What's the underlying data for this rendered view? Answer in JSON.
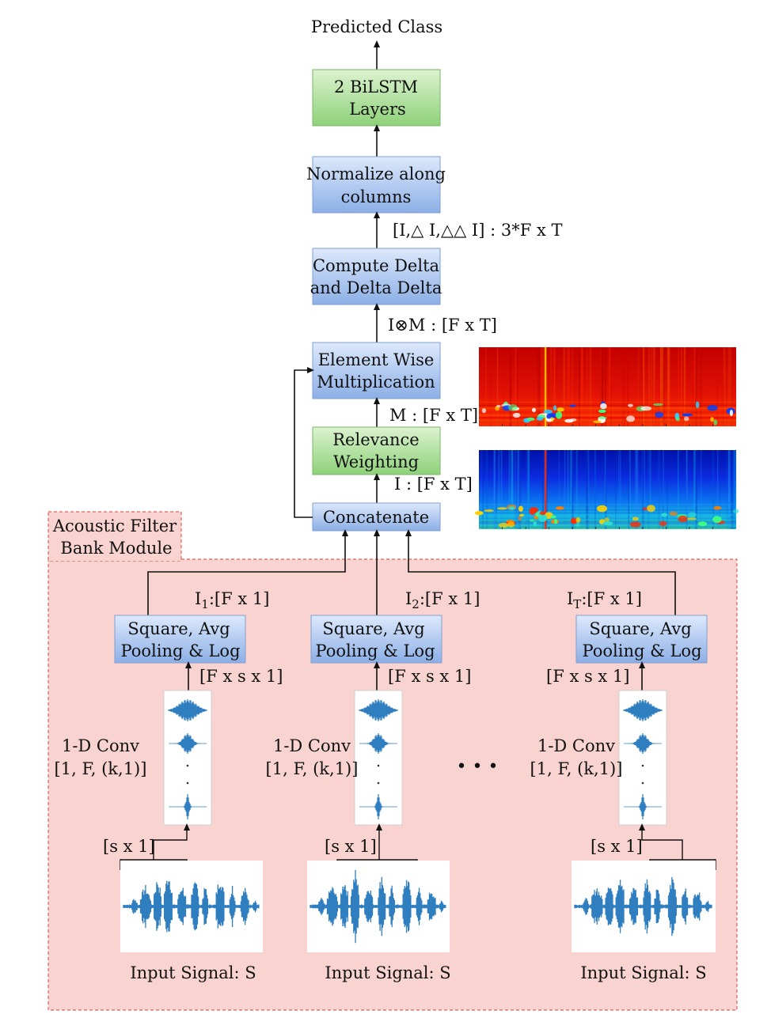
{
  "output_label": "Predicted Class",
  "boxes": {
    "bilstm": [
      "2 BiLSTM",
      "Layers"
    ],
    "normalize": [
      "Normalize along",
      "columns"
    ],
    "delta": [
      "Compute Delta",
      "and Delta Delta"
    ],
    "elementwise": [
      "Element Wise",
      "Multiplication"
    ],
    "relevance": [
      "Relevance",
      "Weighting"
    ],
    "concatenate": "Concatenate",
    "pool": [
      "Square, Avg",
      "Pooling & Log"
    ]
  },
  "edge_labels": {
    "deltas": "[I,△ I,△△ I]  : 3*F x T",
    "mult": "I⊗M : [F x T]",
    "mask": "M : [F x T]",
    "concat": "I : [F x T]",
    "frame_1": {
      "main": "I",
      "sub": "1",
      "rest": ":[F x 1]"
    },
    "frame_2": {
      "main": "I",
      "sub": "2",
      "rest": ":[F x 1]"
    },
    "frame_T": {
      "main": "I",
      "sub": "T",
      "rest": ":[F x 1]"
    },
    "conv_out": "[F x s x 1]",
    "frame_size": "[s x 1]"
  },
  "module_label": [
    "Acoustic Filter",
    "Bank Module"
  ],
  "conv_label": [
    "1-D Conv",
    "[1, F, (k,1)]"
  ],
  "ellipsis": "•  •  •",
  "input_label": "Input Signal: S",
  "colors": {
    "blue_box_top": "#dbe7fb",
    "blue_box_bottom": "#8fb2e8",
    "green_box_top": "#d8f0cc",
    "green_box_bottom": "#8fd37a",
    "module_fill": "#f8d3d0",
    "module_border": "#d9655c",
    "waveform": "#2f7fc0"
  }
}
